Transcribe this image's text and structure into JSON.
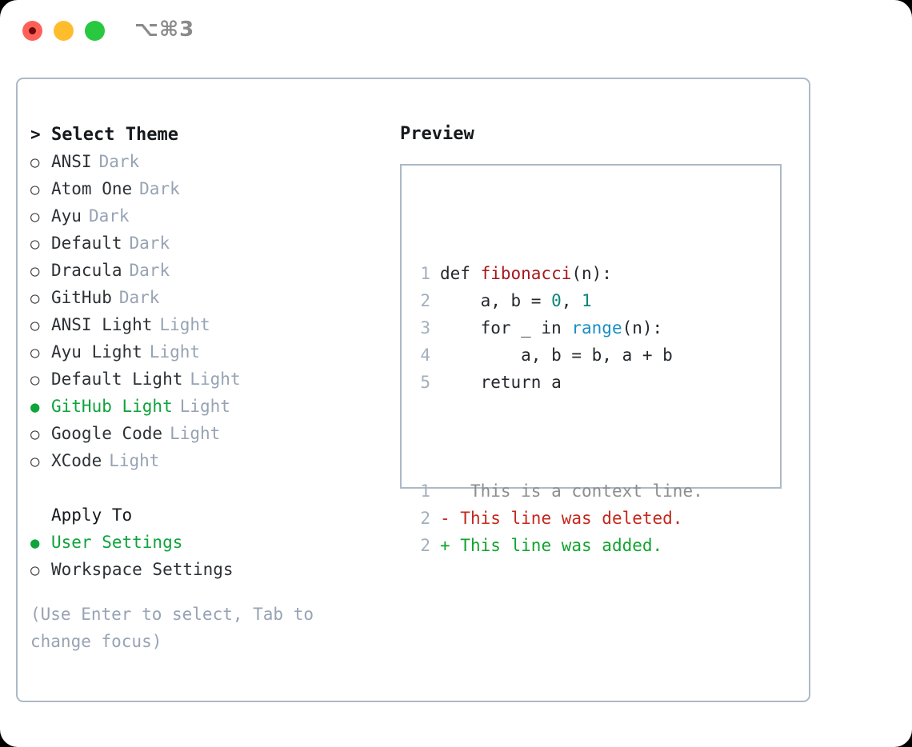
{
  "titlebar": {
    "shortcut": "⌥⌘3",
    "buttons": [
      {
        "name": "close",
        "color": "#ff6058"
      },
      {
        "name": "minimize",
        "color": "#ffbd2e"
      },
      {
        "name": "zoom",
        "color": "#28c840"
      }
    ]
  },
  "theme_picker": {
    "prompt_marker": ">",
    "title": "Select Theme",
    "unselected_marker": "○",
    "selected_marker": "●",
    "items": [
      {
        "name": "ANSI",
        "tag": "Dark",
        "selected": false
      },
      {
        "name": "Atom One",
        "tag": "Dark",
        "selected": false
      },
      {
        "name": "Ayu",
        "tag": "Dark",
        "selected": false
      },
      {
        "name": "Default",
        "tag": "Dark",
        "selected": false
      },
      {
        "name": "Dracula",
        "tag": "Dark",
        "selected": false
      },
      {
        "name": "GitHub",
        "tag": "Dark",
        "selected": false
      },
      {
        "name": "ANSI Light",
        "tag": "Light",
        "selected": false
      },
      {
        "name": "Ayu Light",
        "tag": "Light",
        "selected": false
      },
      {
        "name": "Default Light",
        "tag": "Light",
        "selected": false
      },
      {
        "name": "GitHub Light",
        "tag": "Light",
        "selected": true
      },
      {
        "name": "Google Code",
        "tag": "Light",
        "selected": false
      },
      {
        "name": "XCode",
        "tag": "Light",
        "selected": false
      }
    ]
  },
  "apply_to": {
    "heading": "Apply To",
    "items": [
      {
        "name": "User Settings",
        "selected": true
      },
      {
        "name": "Workspace Settings",
        "selected": false
      }
    ]
  },
  "hint": "(Use Enter to select, Tab to change focus)",
  "preview": {
    "title": "Preview",
    "code_lines": [
      {
        "no": "1",
        "tokens": [
          {
            "t": "def ",
            "k": "plain"
          },
          {
            "t": "fibonacci",
            "k": "func"
          },
          {
            "t": "(n):",
            "k": "plain"
          }
        ]
      },
      {
        "no": "2",
        "tokens": [
          {
            "t": "    a, b = ",
            "k": "plain"
          },
          {
            "t": "0",
            "k": "num"
          },
          {
            "t": ", ",
            "k": "plain"
          },
          {
            "t": "1",
            "k": "num"
          }
        ]
      },
      {
        "no": "3",
        "tokens": [
          {
            "t": "    for _ in ",
            "k": "plain"
          },
          {
            "t": "range",
            "k": "call"
          },
          {
            "t": "(n):",
            "k": "plain"
          }
        ]
      },
      {
        "no": "4",
        "tokens": [
          {
            "t": "        a, b = b, a + b",
            "k": "plain"
          }
        ]
      },
      {
        "no": "5",
        "tokens": [
          {
            "t": "    return a",
            "k": "plain"
          }
        ]
      }
    ],
    "diff_lines": [
      {
        "no": "1",
        "sign": " ",
        "text": "  This is a context line.",
        "kind": "context"
      },
      {
        "no": "2",
        "sign": "-",
        "text": " This line was deleted.",
        "kind": "deleted"
      },
      {
        "no": "2",
        "sign": "+",
        "text": " This line was added.",
        "kind": "added"
      }
    ]
  },
  "colors": {
    "accent_green": "#0fa33c",
    "muted": "#97a3b4",
    "border": "#aeb9c6",
    "diff_added": "#12a52e",
    "diff_deleted": "#c3281c",
    "syntax_function": "#a6171b",
    "syntax_number": "#0a8577",
    "syntax_call": "#1a8fc4"
  }
}
